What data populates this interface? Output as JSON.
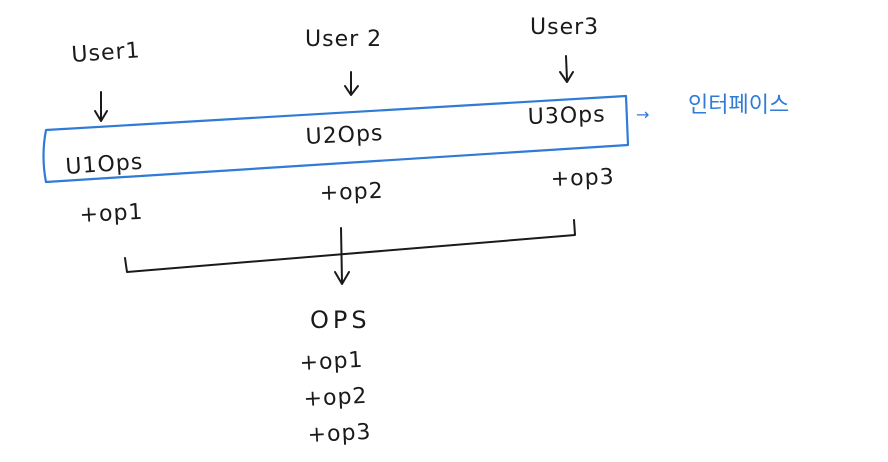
{
  "users": [
    {
      "label": "User1",
      "ops": "U1Ops",
      "op": "+op1"
    },
    {
      "label": "User 2",
      "ops": "U2Ops",
      "op": "+op2"
    },
    {
      "label": "User3",
      "ops": "U3Ops",
      "op": "+op3"
    }
  ],
  "interface_label": "인터페이스",
  "interface_arrow": "→",
  "result": {
    "title": "OPS",
    "items": [
      "+op1",
      "+op2",
      "+op3"
    ]
  },
  "colors": {
    "ink": "#1a1a1a",
    "interface_box": "#2f7bd6"
  }
}
